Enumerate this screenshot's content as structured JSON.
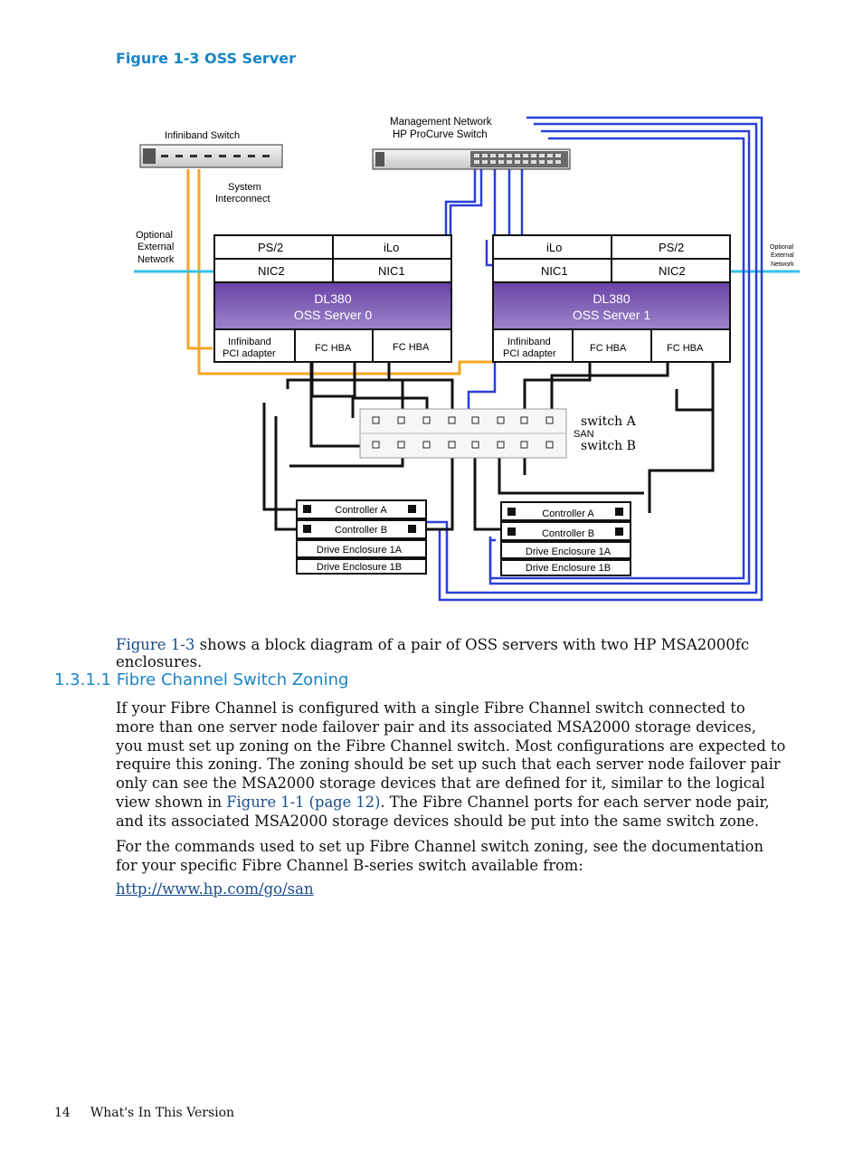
{
  "figure_title": "Figure 1-3 OSS Server",
  "diagram": {
    "infiniband_switch": "Infiniband Switch",
    "mgmt_line1": "Management Network",
    "mgmt_line2": "HP ProCurve Switch",
    "system_interconnect_1": "System",
    "system_interconnect_2": "Interconnect",
    "optional_left": [
      "Optional",
      "External",
      "Network"
    ],
    "optional_right": [
      "Optional",
      "External",
      "Network"
    ],
    "server0": {
      "ps2": "PS/2",
      "ilo": "iLo",
      "nic2": "NIC2",
      "nic1": "NIC1",
      "model": "DL380",
      "name": "OSS Server 0",
      "ib_line1": "Infiniband",
      "ib_line2": "PCI adapter",
      "hba1": "FC HBA",
      "hba2": "FC HBA"
    },
    "server1": {
      "ilo": "iLo",
      "ps2": "PS/2",
      "nic1": "NIC1",
      "nic2": "NIC2",
      "model": "DL380",
      "name": "OSS Server 1",
      "ib_line1": "Infiniband",
      "ib_line2": "PCI adapter",
      "hba1": "FC HBA",
      "hba2": "FC HBA"
    },
    "san": "SAN",
    "switch_a": "switch A",
    "switch_b": "switch B",
    "storage_left": [
      "Controller A",
      "Controller B",
      "Drive Enclosure 1A",
      "Drive Enclosure 1B"
    ],
    "storage_right": [
      "Controller A",
      "Controller B",
      "Drive Enclosure 1A",
      "Drive Enclosure 1B"
    ],
    "colors": {
      "orange": "#f5a623",
      "blue": "#2a3fd8",
      "cyan": "#35c0ea",
      "purple": "#7b58b0",
      "black": "#111111"
    }
  },
  "caption": {
    "link": "Figure 1-3",
    "text": " shows a block diagram of a pair of OSS servers with two HP MSA2000fc enclosures."
  },
  "section_heading": "1.3.1.1 Fibre Channel Switch Zoning",
  "para1": {
    "before": "If your Fibre Channel is configured with a single Fibre Channel switch connected to more than one server node failover pair and its associated MSA2000 storage devices, you must set up zoning on the Fibre Channel switch. Most configurations are expected to require this zoning. The zoning should be set up such that each server node failover pair only can see the MSA2000 storage devices that are defined for it, similar to the logical view shown in ",
    "link": "Figure 1-1 (page 12)",
    "after": ". The Fibre Channel ports for each server node pair, and its associated MSA2000 storage devices should be put into the same switch zone."
  },
  "para2": "For the commands used to set up Fibre Channel switch zoning, see the documentation for your specific Fibre Channel B-series switch available from:",
  "url": "http://www.hp.com/go/san",
  "footer": {
    "page_number": "14",
    "section": "What's In This Version"
  }
}
